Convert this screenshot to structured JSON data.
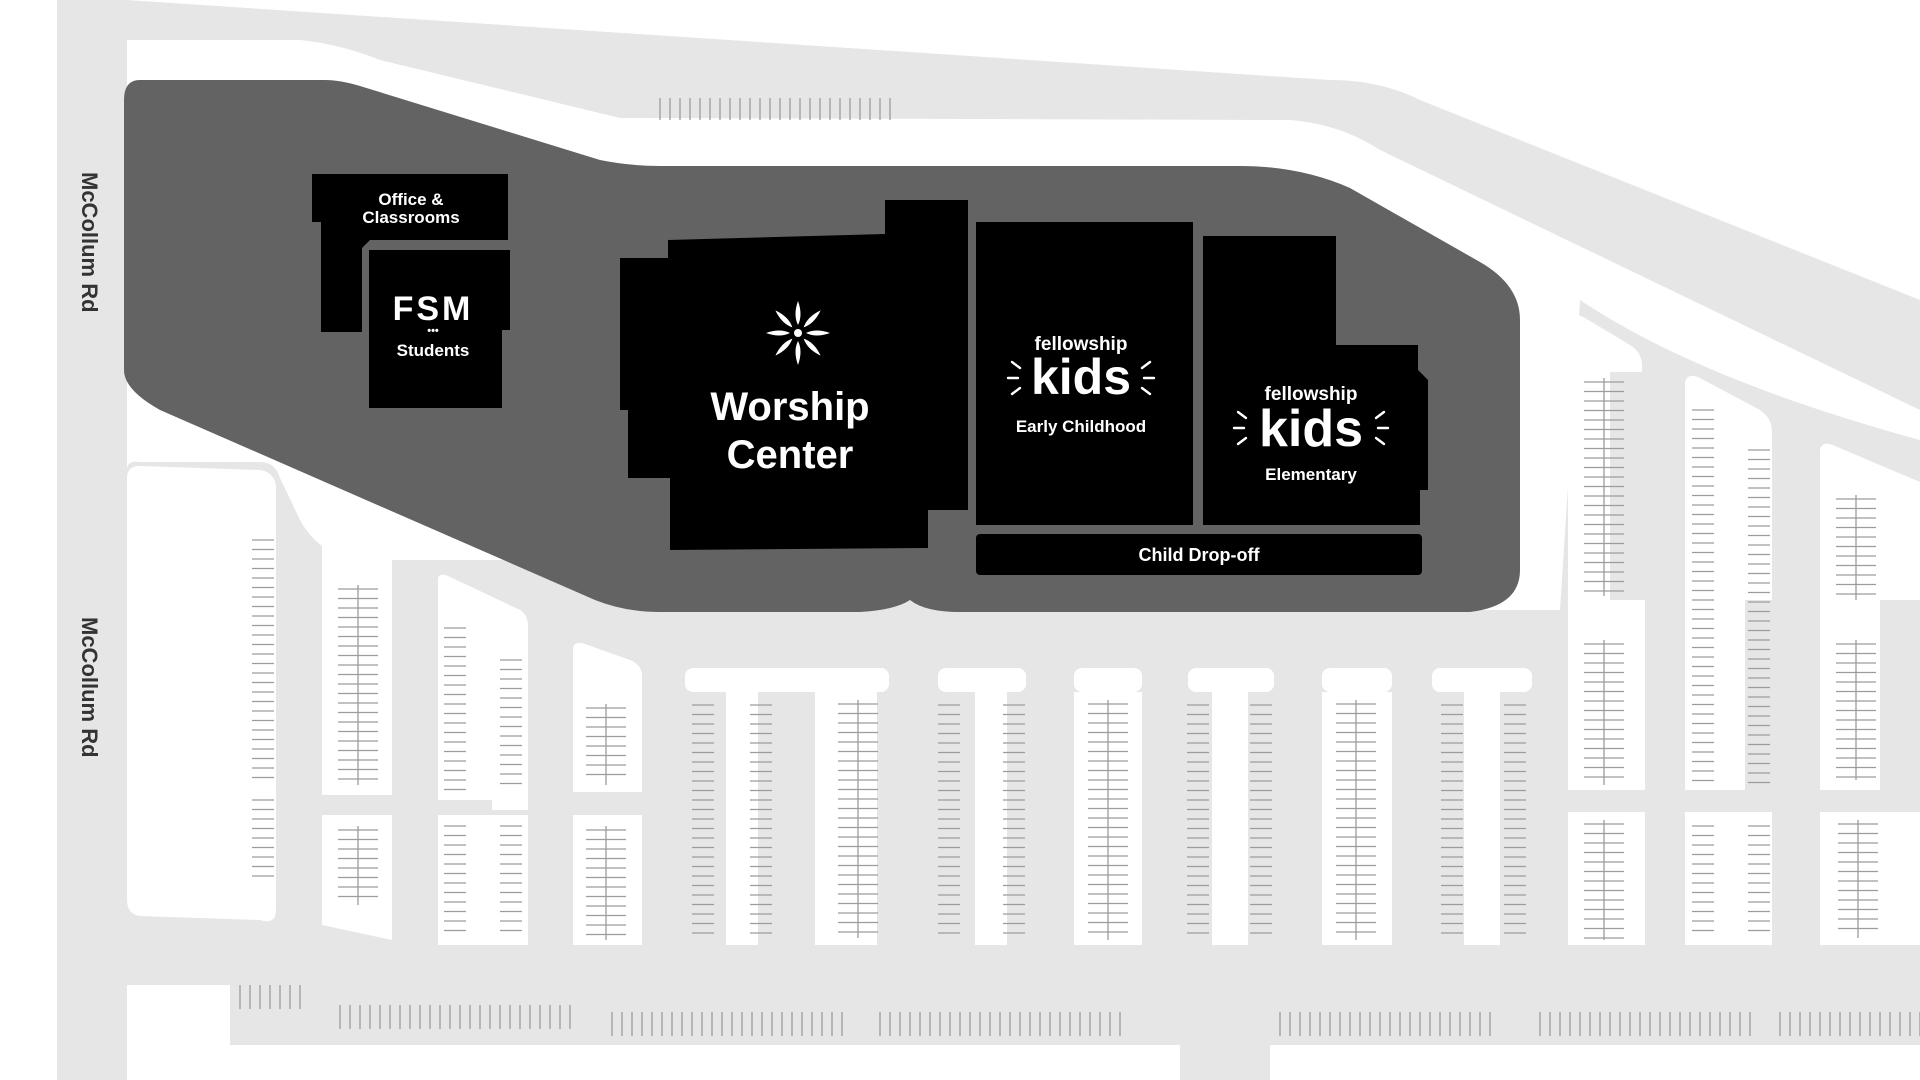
{
  "colors": {
    "background": "#ffffff",
    "pavement": "#e6e6e6",
    "campus": "#636363",
    "building": "#000000",
    "building_text": "#ffffff",
    "stall_lines": "#9c9c9c",
    "road_label": "#333333"
  },
  "roads": {
    "west_top": "McCollum Rd",
    "west_bottom": "McCollum Rd"
  },
  "buildings": {
    "office": {
      "line1": "Office &",
      "line2": "Classrooms"
    },
    "students": {
      "logo": "FSM",
      "logo_dots": "•••",
      "label": "Students"
    },
    "worship": {
      "line1": "Worship",
      "line2": "Center",
      "icon": "fellowship-star-icon"
    },
    "kids_early": {
      "brand": "fellowship",
      "logo": "kids",
      "label": "Early Childhood"
    },
    "kids_elem": {
      "brand": "fellowship",
      "logo": "kids",
      "label": "Elementary"
    },
    "dropoff": {
      "label": "Child Drop-off"
    }
  }
}
